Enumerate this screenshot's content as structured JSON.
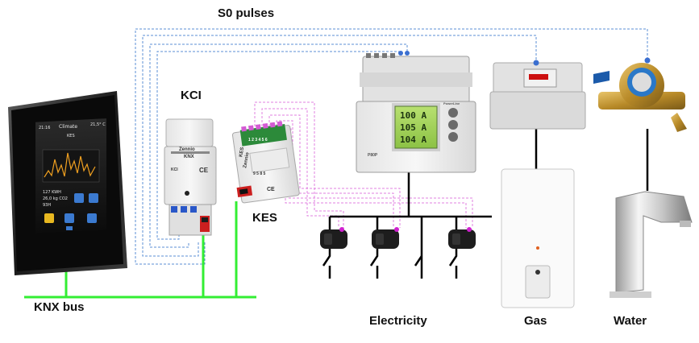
{
  "labels": {
    "s0_pulses": "S0 pulses",
    "kci": "KCI",
    "kes": "KES",
    "knx_bus": "KNX bus",
    "electricity": "Electricity",
    "gas": "Gas",
    "water": "Water"
  },
  "device_texts": {
    "kci_brand": "Zennio",
    "kci_knx": "KNX",
    "kci_model": "KCI",
    "kes_brand": "Zennio",
    "kes_model": "KES",
    "kes_ce": "CE",
    "kci_ce": "CE",
    "kes_terminals": "1 2 3 4 5 6",
    "kes_bottom_terminals": "9 5 8 5",
    "meter_brand": "PowerLine",
    "meter_model": "P80P",
    "meter_readings": [
      "100 A",
      "105 A",
      "104 A"
    ]
  },
  "touch_panel": {
    "header_left": "21:16",
    "header_title": "Climate",
    "header_right": "21,5° C",
    "subtitle": "KES",
    "info_lines": [
      "127 KWH",
      "26,0 kg CO2",
      "93H"
    ]
  },
  "colors": {
    "knx_bus": "#33ee33",
    "s0_lines": "#5b8fd6",
    "ct_lines": "#e080e0",
    "ct_clamp": "#d020d0",
    "wiring": "#000000"
  },
  "icons": {
    "gas_meter_port": "port-icon",
    "water_meter_port": "port-icon",
    "meter_ports": "port-icon"
  }
}
